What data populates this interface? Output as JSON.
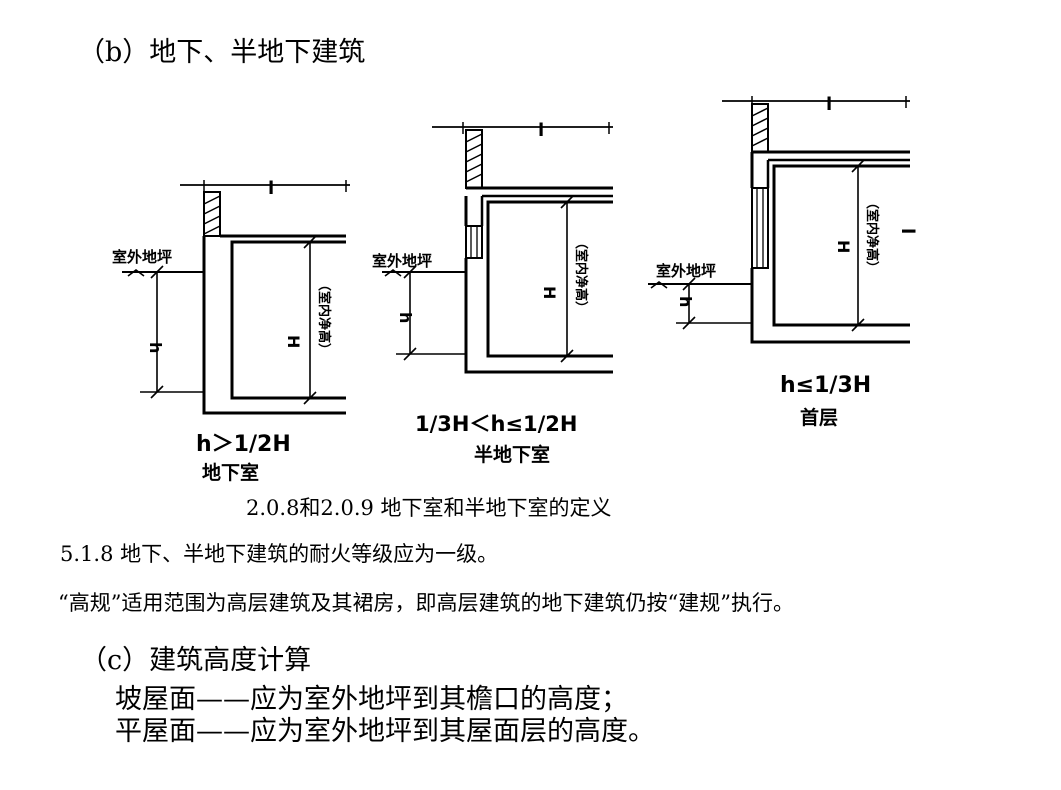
{
  "section_b_title": "（b）地下、半地下建筑",
  "diagrams": {
    "d1": {
      "outdoor_label": "室外地坪",
      "l": "l",
      "H": "H",
      "clear": "（室内净高）",
      "h": "h",
      "formula": "h＞1/2H",
      "name": "地下室"
    },
    "d2": {
      "outdoor_label": "室外地坪",
      "l": "l",
      "H": "H",
      "clear": "（室内净高）",
      "h": "h",
      "formula": "1/3H＜h≤1/2H",
      "name": "半地下室"
    },
    "d3": {
      "outdoor_label": "室外地坪",
      "l": "l",
      "H": "H",
      "clear": "（室内净高）",
      "h": "h",
      "formula": "h≤1/3H",
      "name": "首层"
    }
  },
  "caption": "2.0.8和2.0.9 地下室和半地下室的定义",
  "clause_518": "5.1.8 地下、半地下建筑的耐火等级应为一级。",
  "gaogui_note": "“高规”适用范围为高层建筑及其裙房，即高层建筑的地下建筑仍按“建规”执行。",
  "section_c_title": "（c）建筑高度计算",
  "lines": [
    "坡屋面——应为室外地坪到其檐口的高度；",
    "平屋面——应为室外地坪到其屋面层的高度。"
  ]
}
